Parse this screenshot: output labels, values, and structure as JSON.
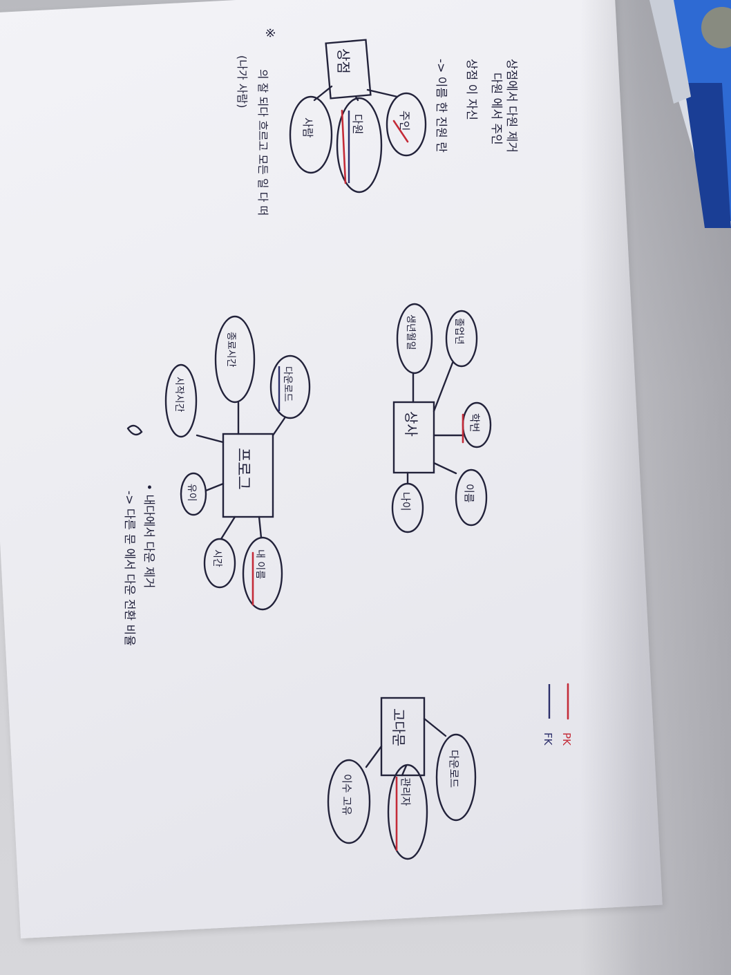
{
  "notes": {
    "top_bullet_1": "상점에서 다원 제거",
    "top_bullet_1b": "다원 에서 주인",
    "top_bullet_2": "상점 이 자신",
    "top_arrow": "-> 이름 한 진원 란",
    "star_note": "※",
    "side_note_1": "의 잘 되다 흐르고 모든 일 다 떠",
    "side_note_2": "(나가 사람)"
  },
  "diagram_1": {
    "center": "상점",
    "attrs": [
      "사람",
      "다원",
      "주인"
    ]
  },
  "diagram_2": {
    "center": "상사",
    "attrs": [
      "생년월일",
      "졸업년",
      "학번",
      "이름",
      "나이"
    ]
  },
  "diagram_3": {
    "center": "프로그",
    "attrs": [
      "종료시간",
      "다운로드",
      "시작시간",
      "유이",
      "시간",
      "내 이름"
    ]
  },
  "diagram_4": {
    "center": "고다문",
    "attrs": [
      "다운로드",
      "관리자",
      "이수 고유"
    ]
  },
  "legend": {
    "pk": "PK",
    "fk": "FK",
    "pk_color": "#c42b38",
    "fk_color": "#2b2e6a"
  },
  "bottom_notes": {
    "line_1": "• 내다에서 다운 제거",
    "line_2": "-> 다른 문 에서 다운 전환 비율"
  },
  "pen": {
    "color": "#1f5fd1"
  }
}
